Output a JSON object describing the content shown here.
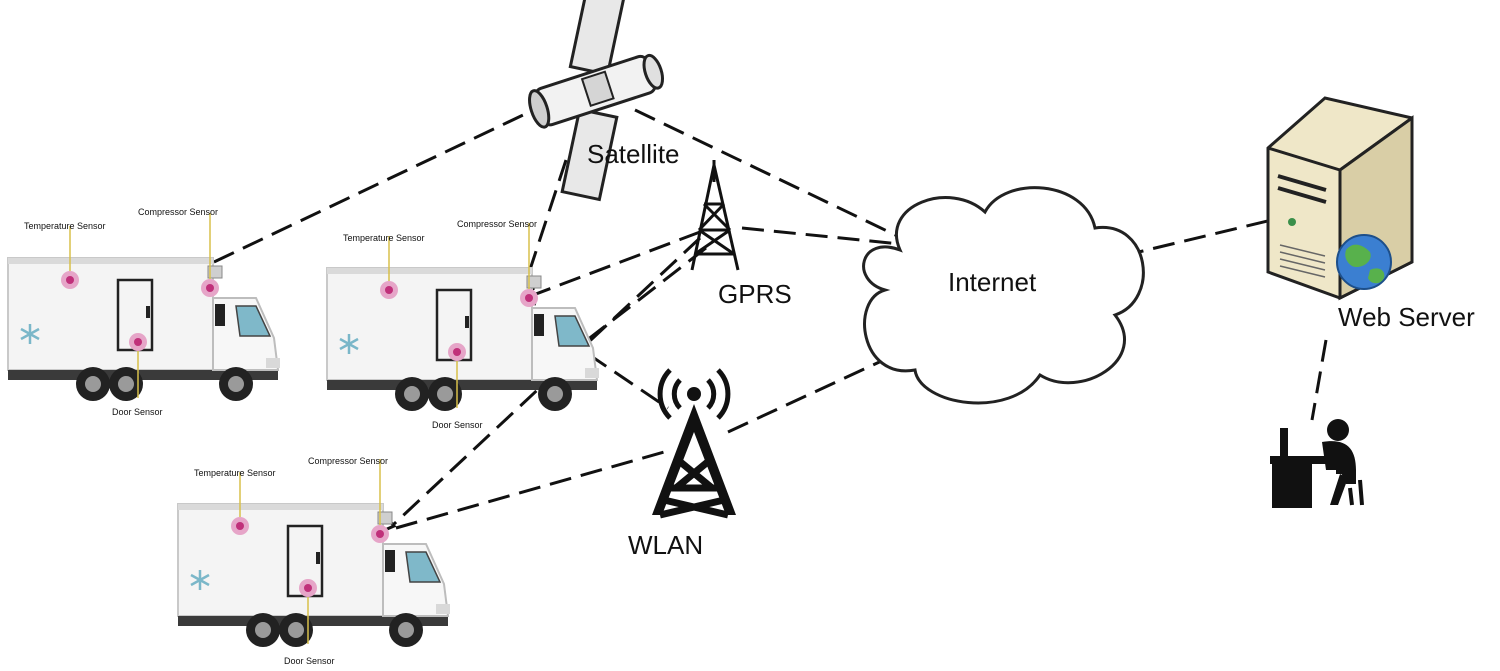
{
  "nodes": {
    "satellite": {
      "label": "Satellite",
      "icon": "satellite-icon"
    },
    "gprs": {
      "label": "GPRS",
      "icon": "cell-tower-icon"
    },
    "wlan": {
      "label": "WLAN",
      "icon": "radio-tower-icon"
    },
    "internet": {
      "label": "Internet",
      "icon": "cloud-icon"
    },
    "web_server": {
      "label": "Web Server",
      "icon": "server-globe-icon"
    },
    "user": {
      "icon": "person-at-computer-icon"
    }
  },
  "trucks": [
    {
      "temperature": "Temperature Sensor",
      "compressor": "Compressor Sensor",
      "door": "Door Sensor"
    },
    {
      "temperature": "Temperature Sensor",
      "compressor": "Compressor Sensor",
      "door": "Door Sensor"
    },
    {
      "temperature": "Temperature Sensor",
      "compressor": "Compressor Sensor",
      "door": "Door Sensor"
    }
  ],
  "colors": {
    "line": "#111111",
    "sensor": "#d0559a",
    "truck_body": "#f3f3f3",
    "server": "#efe7c8",
    "globe": "#3b7fd1"
  }
}
